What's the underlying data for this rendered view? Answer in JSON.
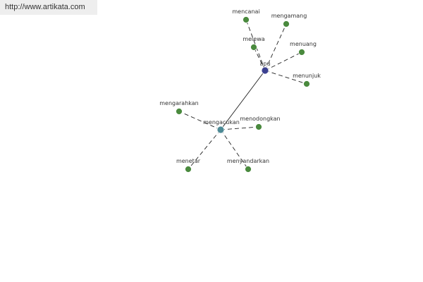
{
  "header": {
    "url": "http://www.artikata.com"
  },
  "colors": {
    "hub_primary": "#3a3f8f",
    "hub_secondary": "#4d8a95",
    "leaf": "#4a8a3e",
    "edge": "#222222"
  },
  "graph": {
    "hubs": [
      {
        "id": "apu",
        "label": "apu"
      },
      {
        "id": "mengacukan",
        "label": "mengacukan"
      }
    ],
    "leaves": [
      {
        "id": "mencanai",
        "label": "mencanai"
      },
      {
        "id": "mengamang",
        "label": "mengamang"
      },
      {
        "id": "melewa",
        "label": "melewa"
      },
      {
        "id": "menuang",
        "label": "menuang"
      },
      {
        "id": "menunjuk",
        "label": "menunjuk"
      },
      {
        "id": "mengarahkan",
        "label": "mengarahkan"
      },
      {
        "id": "menodongkan",
        "label": "menodongkan"
      },
      {
        "id": "menetar",
        "label": "menetar"
      },
      {
        "id": "menyandarkan",
        "label": "menyandarkan"
      }
    ],
    "edges": [
      {
        "from": "apu",
        "to": "mengacukan",
        "style": "solid"
      },
      {
        "from": "apu",
        "to": "mencanai",
        "style": "dashed"
      },
      {
        "from": "apu",
        "to": "mengamang",
        "style": "dashed"
      },
      {
        "from": "apu",
        "to": "melewa",
        "style": "dashed"
      },
      {
        "from": "apu",
        "to": "menuang",
        "style": "dashed"
      },
      {
        "from": "apu",
        "to": "menunjuk",
        "style": "dashed"
      },
      {
        "from": "mengacukan",
        "to": "mengarahkan",
        "style": "dashed"
      },
      {
        "from": "mengacukan",
        "to": "menodongkan",
        "style": "dashed"
      },
      {
        "from": "mengacukan",
        "to": "menetar",
        "style": "dashed"
      },
      {
        "from": "mengacukan",
        "to": "menyandarkan",
        "style": "dashed"
      }
    ]
  }
}
